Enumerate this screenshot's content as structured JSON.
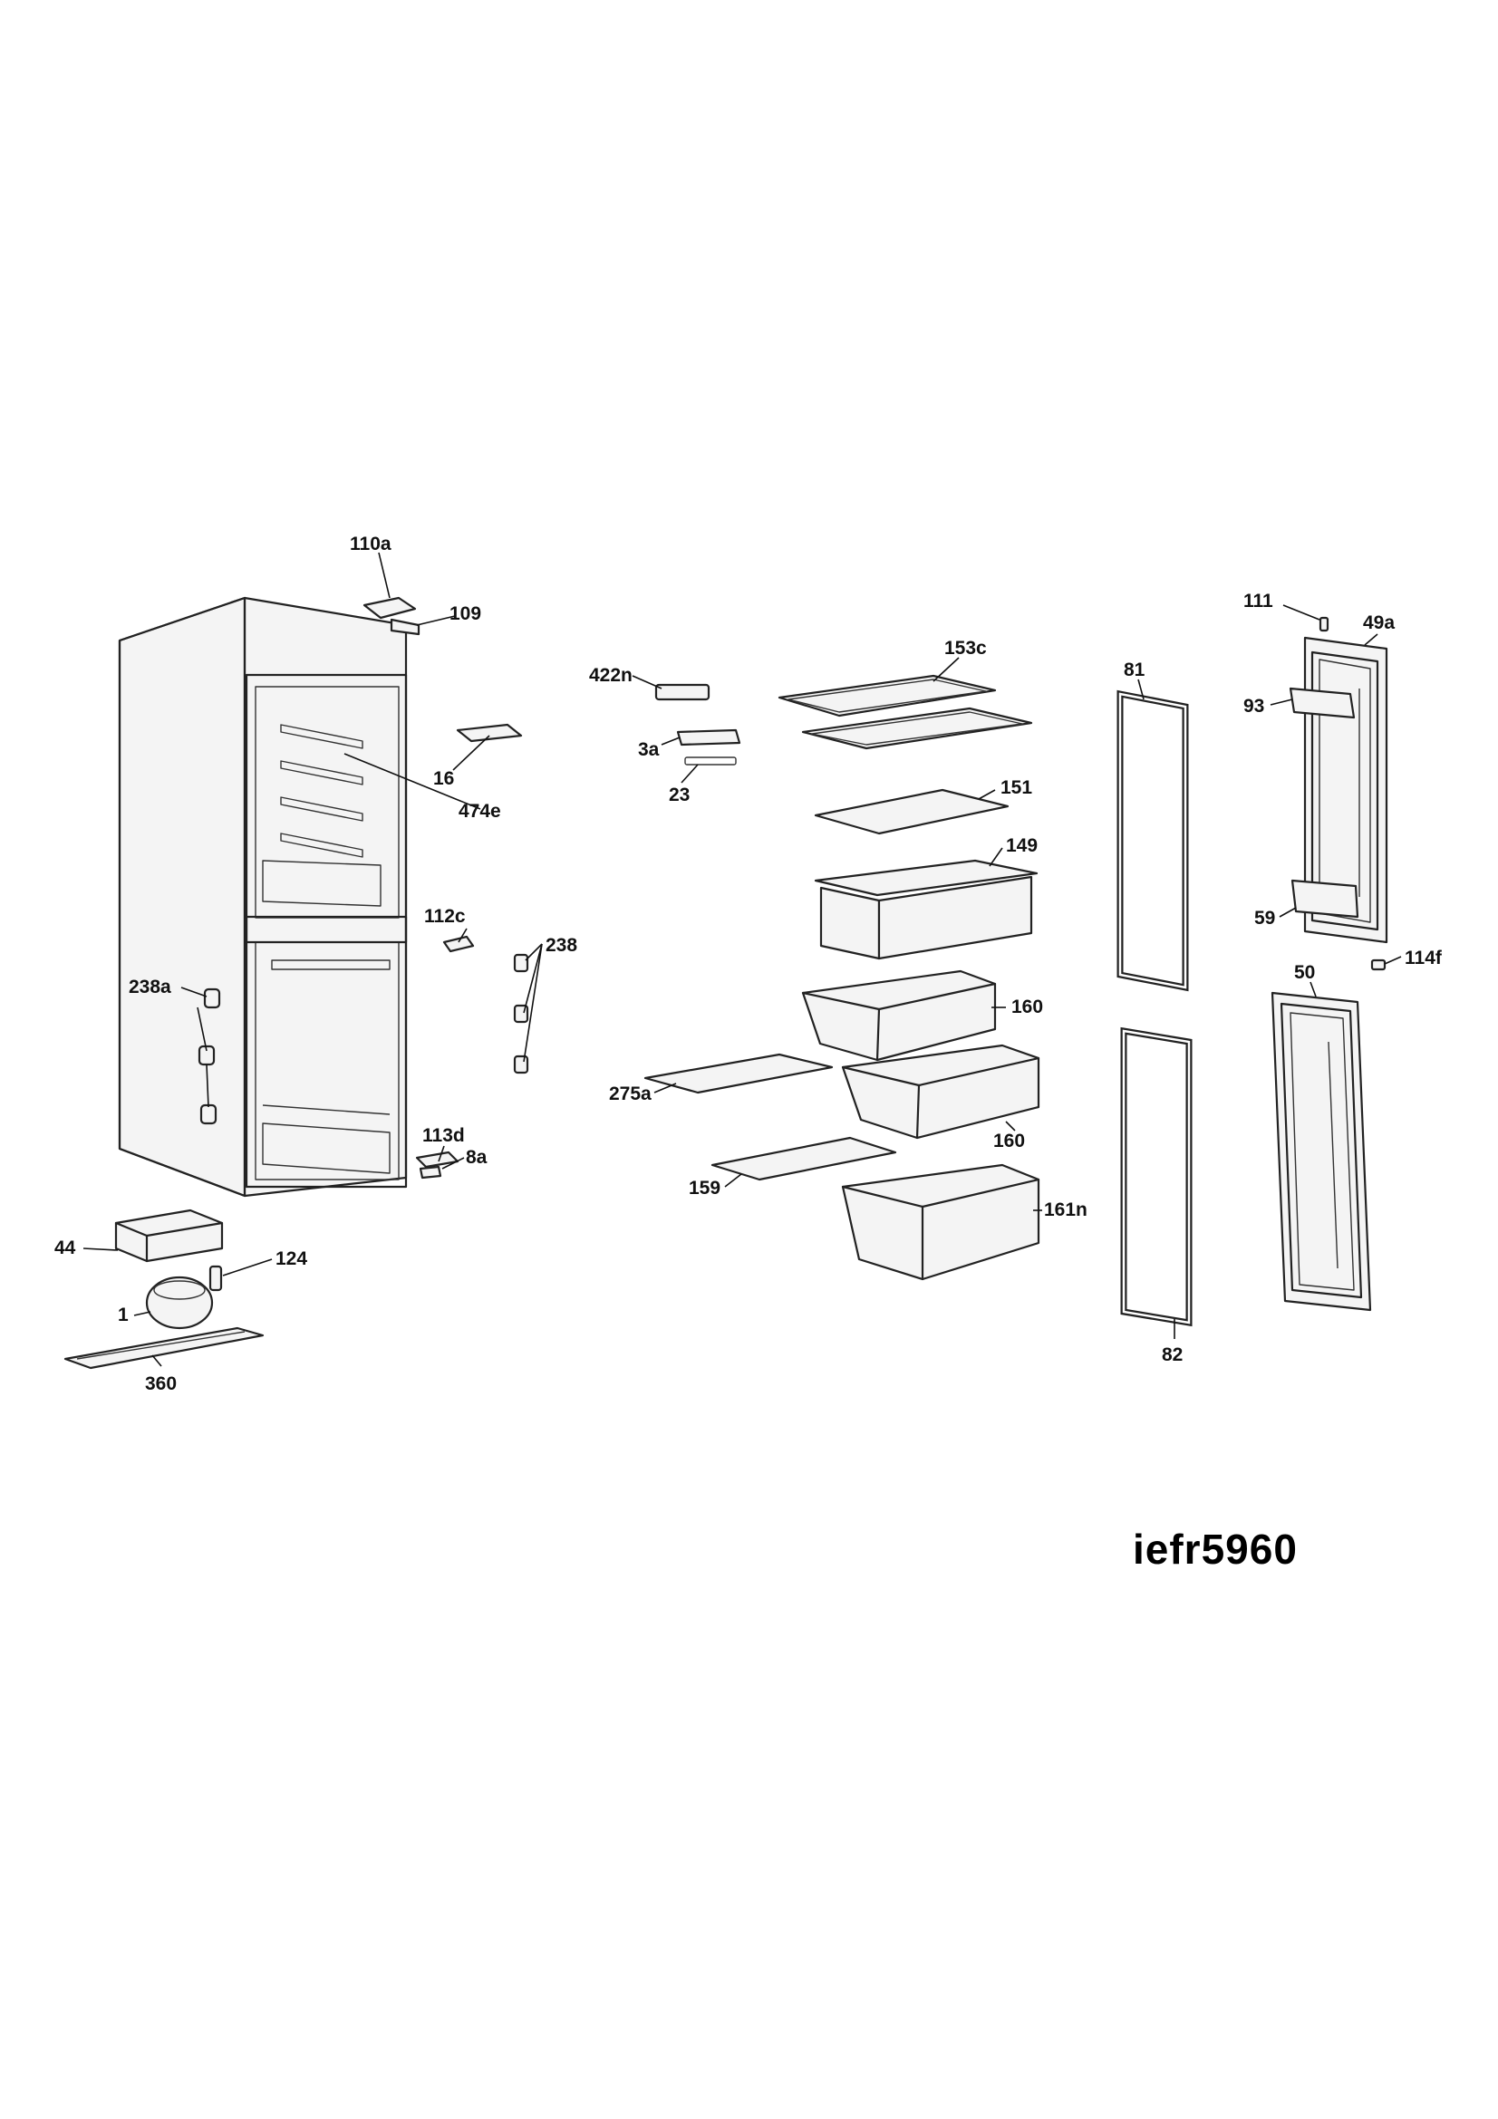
{
  "model_code": "iefr5960",
  "callouts": {
    "p110a": "110a",
    "p109": "109",
    "p16": "16",
    "p474e": "474e",
    "p112c": "112c",
    "p238": "238",
    "p238a": "238a",
    "p113d": "113d",
    "p8a": "8a",
    "p44": "44",
    "p124": "124",
    "p1": "1",
    "p360": "360",
    "p422n": "422n",
    "p3a": "3a",
    "p23": "23",
    "p153c": "153c",
    "p151": "151",
    "p149": "149",
    "p160_top": "160",
    "p160_bottom": "160",
    "p275a": "275a",
    "p159": "159",
    "p161n": "161n",
    "p81": "81",
    "p82": "82",
    "p111": "111",
    "p49a": "49a",
    "p93": "93",
    "p59": "59",
    "p114f": "114f",
    "p50": "50"
  }
}
